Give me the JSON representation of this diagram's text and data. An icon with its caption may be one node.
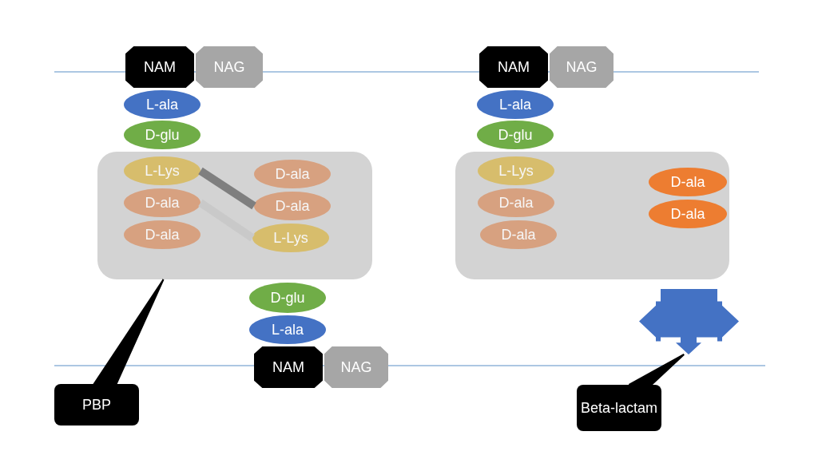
{
  "diagram": {
    "nodes": [
      {
        "text": [
          "NAM"
        ]
      },
      {
        "text": [
          "NAG"
        ]
      },
      {
        "text": [
          "L-ala"
        ]
      },
      {
        "text": [
          "D-glu"
        ]
      },
      {
        "text": [],
        "shape": "box"
      },
      {
        "text": [
          "L-Lys"
        ],
        "in": 4
      },
      {
        "text": [
          "D-ala"
        ],
        "in": 4
      },
      {
        "text": [
          "D-ala"
        ],
        "in": 4
      },
      {
        "text": [
          "D-ala"
        ],
        "in": 4
      },
      {
        "text": [
          "D-ala"
        ],
        "in": 4
      },
      {
        "text": [
          "L-Lys"
        ],
        "in": 4
      },
      {
        "text": [
          "D-glu"
        ]
      },
      {
        "text": [
          "L-ala"
        ]
      },
      {
        "text": [
          "NAM"
        ]
      },
      {
        "text": [
          "NAG"
        ]
      },
      {
        "text": [
          "PBP"
        ]
      },
      {
        "text": [
          "NAM"
        ]
      },
      {
        "text": [
          "NAG"
        ]
      },
      {
        "text": [
          "L-ala"
        ]
      },
      {
        "text": [
          "D-glu"
        ]
      },
      {
        "text": [],
        "shape": "box"
      },
      {
        "text": [
          "L-Lys"
        ],
        "in": 20
      },
      {
        "text": [
          "D-ala"
        ],
        "in": 20
      },
      {
        "text": [
          "D-ala"
        ],
        "in": 20
      },
      {
        "text": [
          "D-ala"
        ],
        "in": 20
      },
      {
        "text": [
          "D-ala"
        ],
        "in": 20
      },
      {
        "text": [],
        "shape": "cross"
      },
      {
        "text": [
          "Beta-lactam"
        ]
      }
    ],
    "edges": [
      {
        "from": 5,
        "to": 9,
        "arrow": "none",
        "color": "#7f7f7f"
      },
      {
        "from": 6,
        "to": 10,
        "arrow": "none",
        "color": "#c9c9c9"
      },
      {
        "from": 15,
        "to": 4,
        "arrow": "none"
      },
      {
        "from": 27,
        "to": 26,
        "arrow": "none"
      }
    ]
  }
}
